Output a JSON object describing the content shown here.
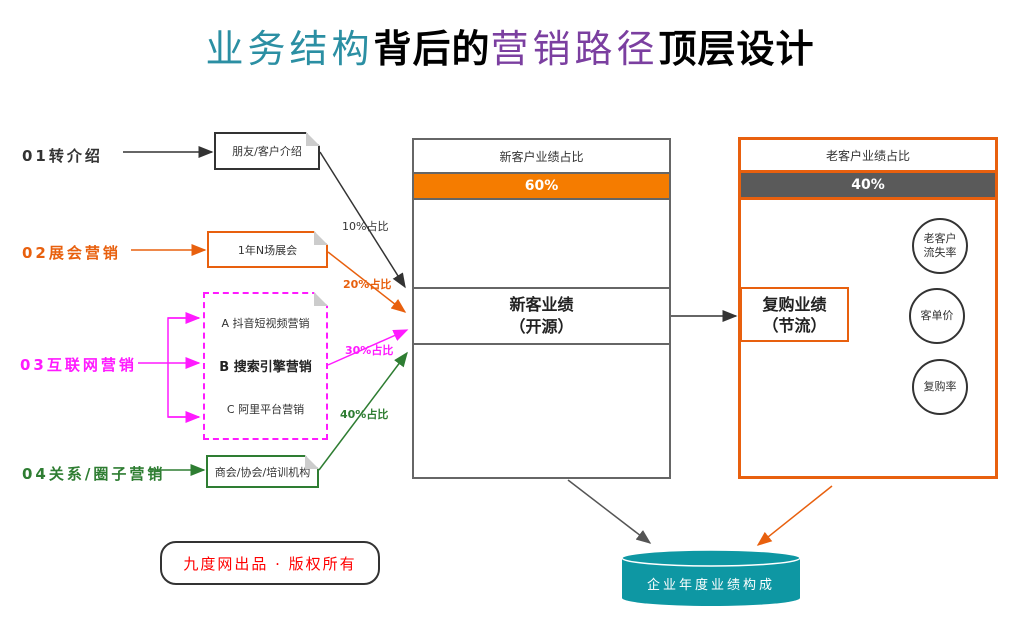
{
  "title": {
    "part1": "业务结构",
    "part2": "背后的",
    "part3": "营销路径",
    "part4": "顶层设计"
  },
  "sources": [
    {
      "label": "01转介绍",
      "color": "#333333",
      "doc": "朋友/客户介绍",
      "share": "10%占比"
    },
    {
      "label": "02展会营销",
      "color": "#e8600e",
      "doc": "1年N场展会",
      "share": "20%占比"
    },
    {
      "label": "03互联网营销",
      "color": "#ff1aff",
      "docs": [
        "A 抖音短视频营销",
        "B  搜索引擎营销",
        "C  阿里平台营销"
      ],
      "share": "30%占比"
    },
    {
      "label": "04关系/圈子营销",
      "color": "#2e7d32",
      "doc": "商会/协会/培训机构",
      "share": "40%占比"
    }
  ],
  "new_customer": {
    "header": "新客户业绩占比",
    "percent": "60%",
    "title_line1": "新客业绩",
    "title_line2": "（开源）",
    "accent": "#f57c00"
  },
  "old_customer": {
    "header": "老客户业绩占比",
    "percent": "40%",
    "title_line1": "复购业绩",
    "title_line2": "（节流）",
    "accent": "#e8600e",
    "factors": [
      {
        "line1": "老客户",
        "line2": "流失率"
      },
      {
        "line1": "客单价",
        "line2": ""
      },
      {
        "line1": "复购率",
        "line2": ""
      }
    ]
  },
  "total": {
    "label": "企业年度业绩构成",
    "color": "#0e97a3"
  },
  "copyright": "九度网出品 · 版权所有"
}
